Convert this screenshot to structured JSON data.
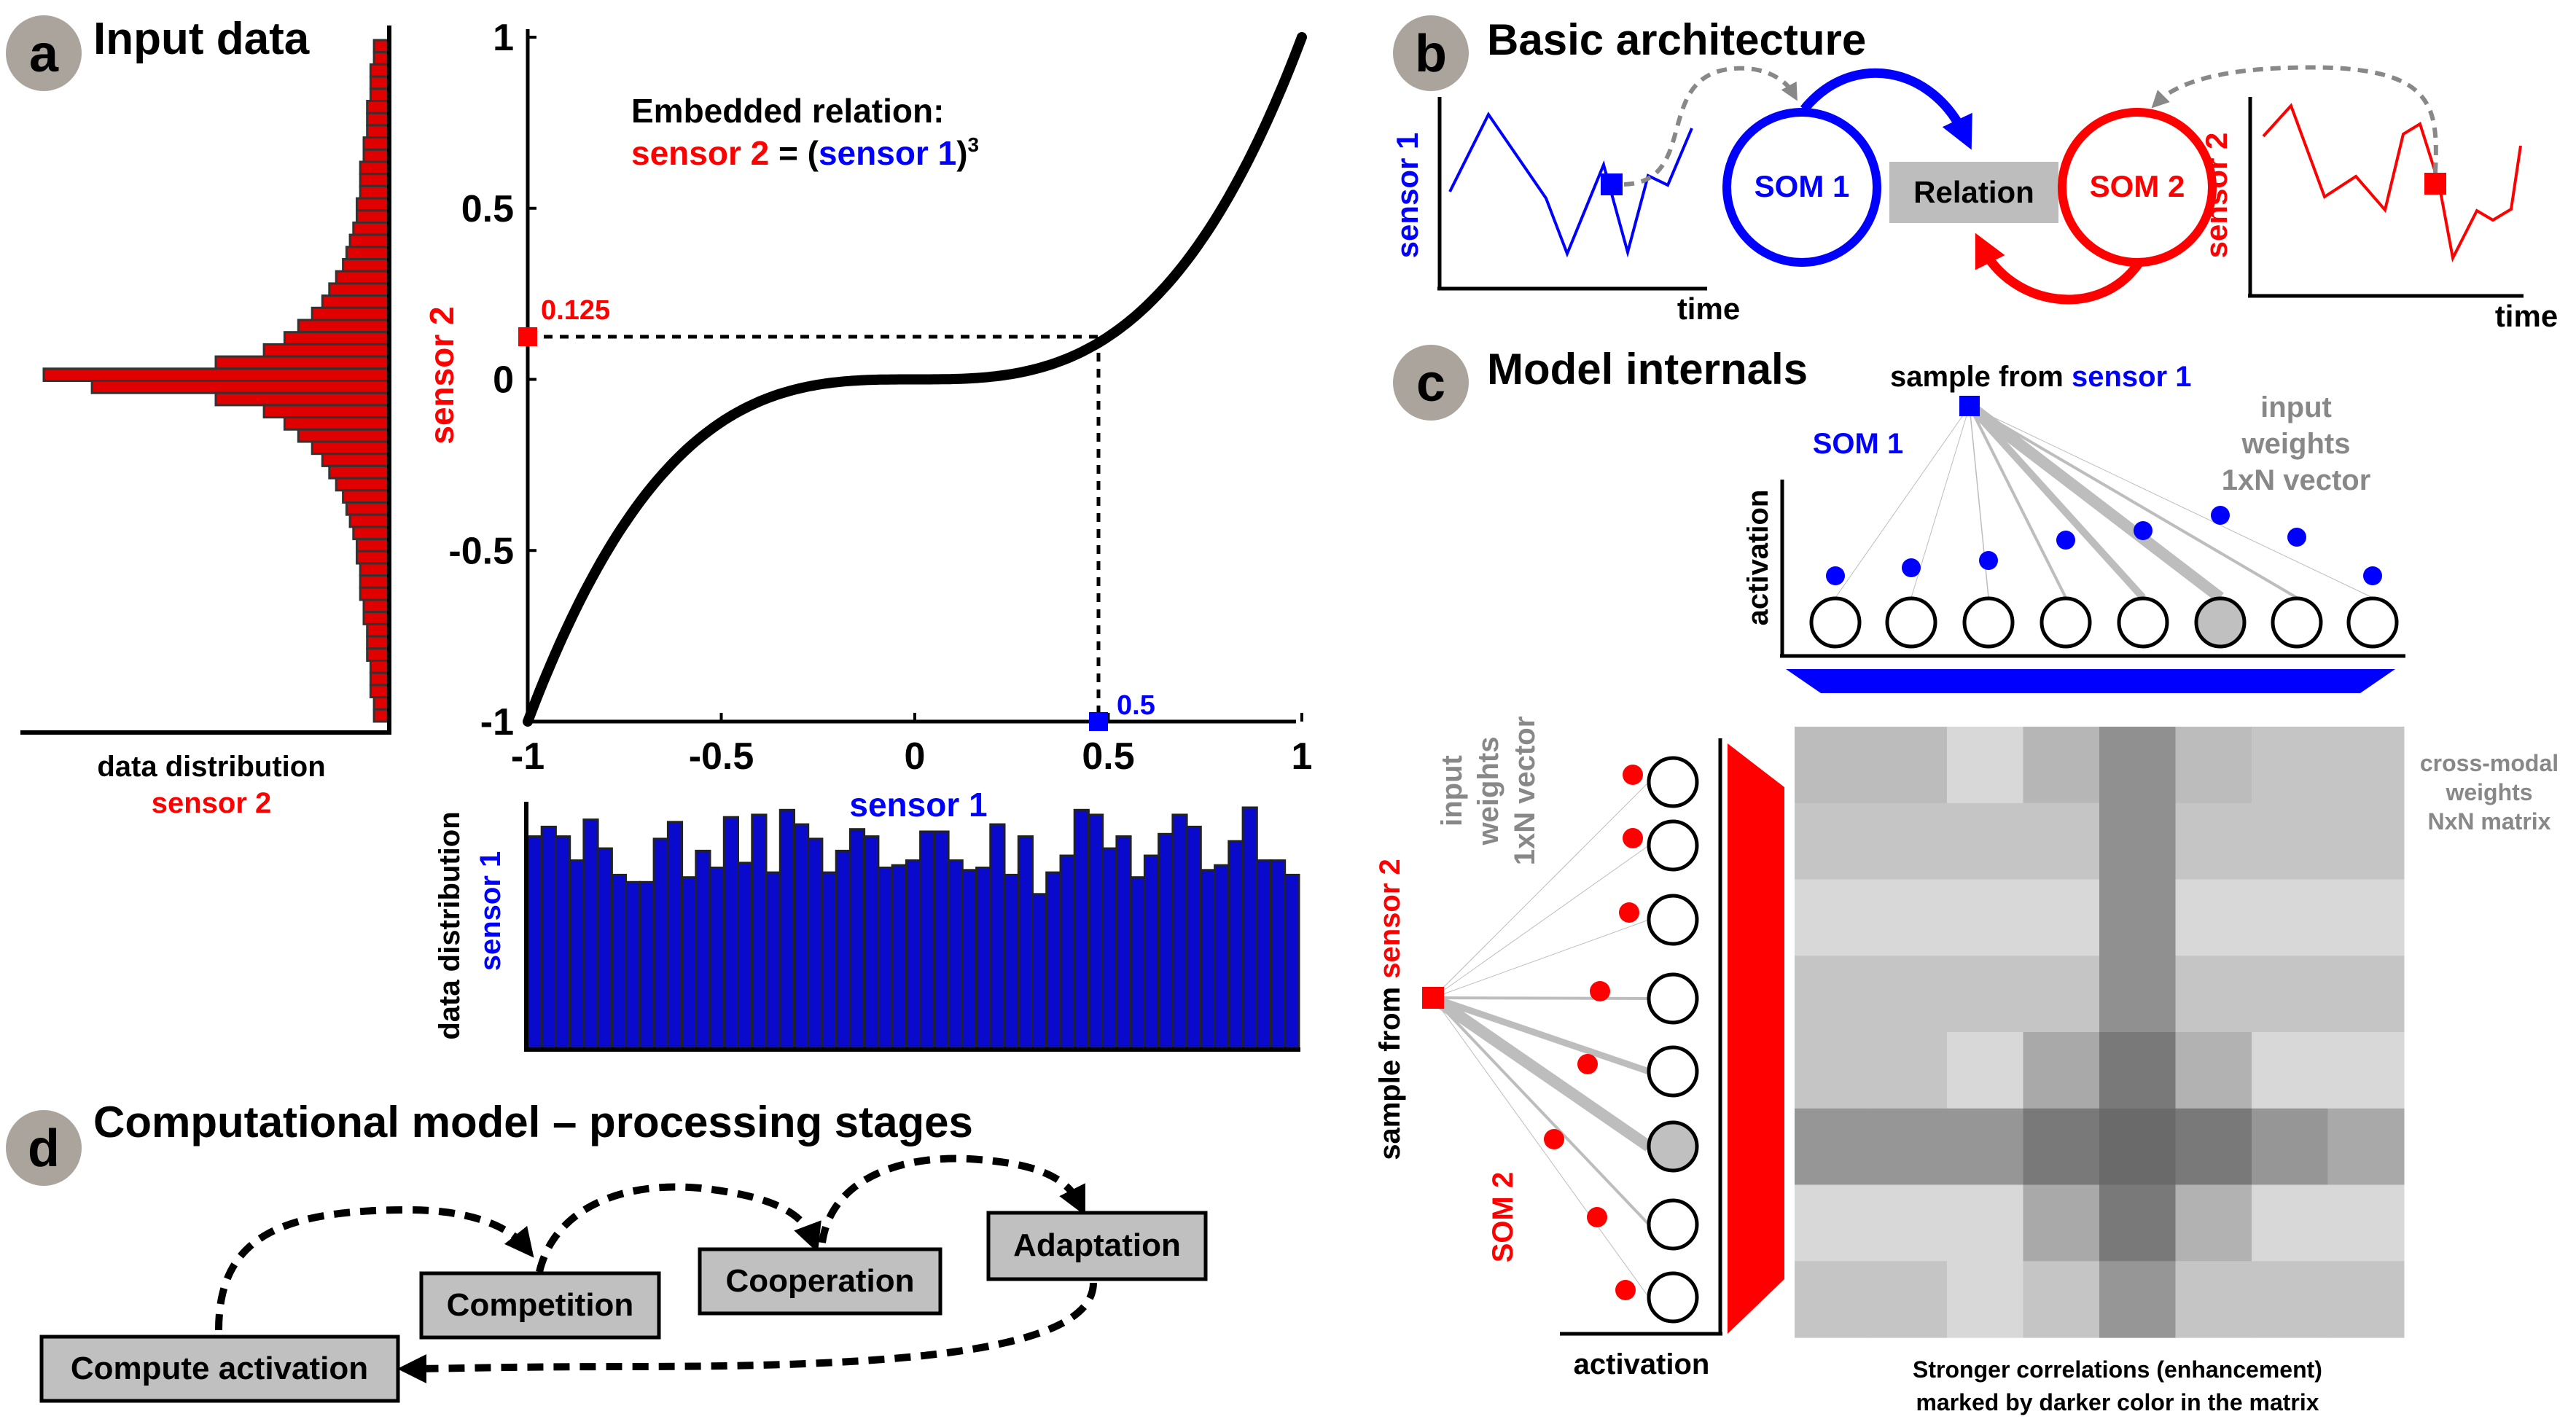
{
  "colors": {
    "sensor1": "#0000ff",
    "sensor2": "#ff0000",
    "badge": "#aaa49c",
    "box_fill": "#c0c0c0",
    "relation_fill": "#bdbdbd",
    "weight_gray": "#8c8c8c"
  },
  "panel_a": {
    "badge": "a",
    "title": "Input data",
    "annotation_line1": "Embedded relation:",
    "annotation_sensor2": "sensor 2",
    "annotation_eq": " = (",
    "annotation_sensor1": "sensor 1",
    "annotation_close": ")",
    "annotation_exp": "3",
    "point_y_label": "0.125",
    "point_x_label": "0.5",
    "xlabel": "sensor 1",
    "ylabel": "sensor 2",
    "left_hist_label_1": "data distribution",
    "left_hist_label_2": "sensor 2",
    "bottom_hist_label_1": "data distribution",
    "bottom_hist_label_2": "sensor 1"
  },
  "chart_data": [
    {
      "type": "line",
      "name": "embedded relation curve",
      "function": "y = x^3",
      "x": [
        -1,
        -0.75,
        -0.5,
        -0.25,
        0,
        0.25,
        0.5,
        0.75,
        1
      ],
      "y": [
        -1,
        -0.421875,
        -0.125,
        -0.015625,
        0,
        0.015625,
        0.125,
        0.421875,
        1
      ],
      "xlim": [
        -1,
        1
      ],
      "ylim": [
        -1,
        1
      ],
      "xticks": [
        "-1",
        "-0.5",
        "0",
        "0.5",
        "1"
      ],
      "yticks": [
        "1",
        "0.5",
        "0",
        "-0.5",
        "-1"
      ],
      "highlight_point": {
        "x": 0.5,
        "y": 0.125
      },
      "xlabel": "sensor 1",
      "ylabel": "sensor 2"
    },
    {
      "type": "bar",
      "name": "sensor 1 histogram",
      "note": "approximately uniform distribution, relative heights 0-1",
      "values": [
        0.88,
        0.92,
        0.88,
        0.78,
        0.95,
        0.83,
        0.72,
        0.69,
        0.69,
        0.87,
        0.94,
        0.71,
        0.82,
        0.75,
        0.96,
        0.77,
        0.97,
        0.73,
        0.99,
        0.93,
        0.87,
        0.73,
        0.82,
        0.91,
        0.88,
        0.75,
        0.76,
        0.78,
        0.9,
        0.9,
        0.78,
        0.74,
        0.75,
        0.93,
        0.72,
        0.88,
        0.64,
        0.73,
        0.8,
        0.99,
        0.97,
        0.83,
        0.88,
        0.71,
        0.8,
        0.89,
        0.97,
        0.92,
        0.74,
        0.76,
        0.86,
        1.0,
        0.78,
        0.78,
        0.72
      ]
    },
    {
      "type": "bar",
      "name": "sensor 2 histogram",
      "note": "horizontal histogram, peaked at 0",
      "values": [
        0.04,
        0.04,
        0.05,
        0.05,
        0.05,
        0.06,
        0.06,
        0.06,
        0.07,
        0.07,
        0.08,
        0.08,
        0.08,
        0.09,
        0.09,
        0.1,
        0.11,
        0.12,
        0.13,
        0.15,
        0.17,
        0.19,
        0.22,
        0.26,
        0.3,
        0.36,
        0.5,
        1.0,
        0.86,
        0.5,
        0.36,
        0.3,
        0.26,
        0.22,
        0.19,
        0.17,
        0.15,
        0.13,
        0.12,
        0.11,
        0.1,
        0.09,
        0.09,
        0.08,
        0.08,
        0.08,
        0.07,
        0.07,
        0.06,
        0.06,
        0.06,
        0.05,
        0.05,
        0.05,
        0.04,
        0.04
      ]
    },
    {
      "type": "heatmap",
      "name": "cross-modal weights",
      "note": "8x8 matrix, values = darkness 0-1",
      "values": [
        [
          0.25,
          0.25,
          0.1,
          0.28,
          0.48,
          0.25,
          0.2,
          0.2
        ],
        [
          0.2,
          0.2,
          0.2,
          0.2,
          0.48,
          0.2,
          0.2,
          0.2
        ],
        [
          0.1,
          0.1,
          0.1,
          0.1,
          0.48,
          0.1,
          0.1,
          0.1
        ],
        [
          0.2,
          0.2,
          0.2,
          0.2,
          0.48,
          0.2,
          0.2,
          0.2
        ],
        [
          0.2,
          0.2,
          0.1,
          0.35,
          0.6,
          0.3,
          0.1,
          0.1
        ],
        [
          0.45,
          0.45,
          0.45,
          0.6,
          0.68,
          0.6,
          0.45,
          0.35
        ],
        [
          0.1,
          0.1,
          0.1,
          0.35,
          0.6,
          0.3,
          0.1,
          0.1
        ],
        [
          0.2,
          0.2,
          0.1,
          0.2,
          0.45,
          0.2,
          0.2,
          0.2
        ]
      ]
    }
  ],
  "panel_b": {
    "badge": "b",
    "title": "Basic architecture",
    "sensor1": "sensor 1",
    "sensor2": "sensor 2",
    "time1": "time",
    "time2": "time",
    "som1": "SOM 1",
    "som2": "SOM 2",
    "relation": "Relation"
  },
  "panel_c": {
    "badge": "c",
    "title": "Model internals",
    "sample_top_prefix": "sample from ",
    "sample_top_sensor": "sensor 1",
    "som1": "SOM 1",
    "input_weights_top": [
      "input",
      "weights",
      "1xN vector"
    ],
    "activation_top": "activation",
    "input_weights_left": [
      "input",
      "weights",
      "1xN vector"
    ],
    "sample_left_prefix": "sample from ",
    "sample_left_sensor": "sensor 2",
    "som2": "SOM 2",
    "activation_bottom": "activation",
    "cross_modal": [
      "cross-modal",
      "weights",
      "NxN matrix"
    ],
    "caption": [
      "Stronger correlations (enhancement)",
      "marked by darker color in the matrix"
    ]
  },
  "panel_d": {
    "badge": "d",
    "title": "Computational model – processing stages",
    "stages": [
      "Compute activation",
      "Competition",
      "Cooperation",
      "Adaptation"
    ]
  }
}
